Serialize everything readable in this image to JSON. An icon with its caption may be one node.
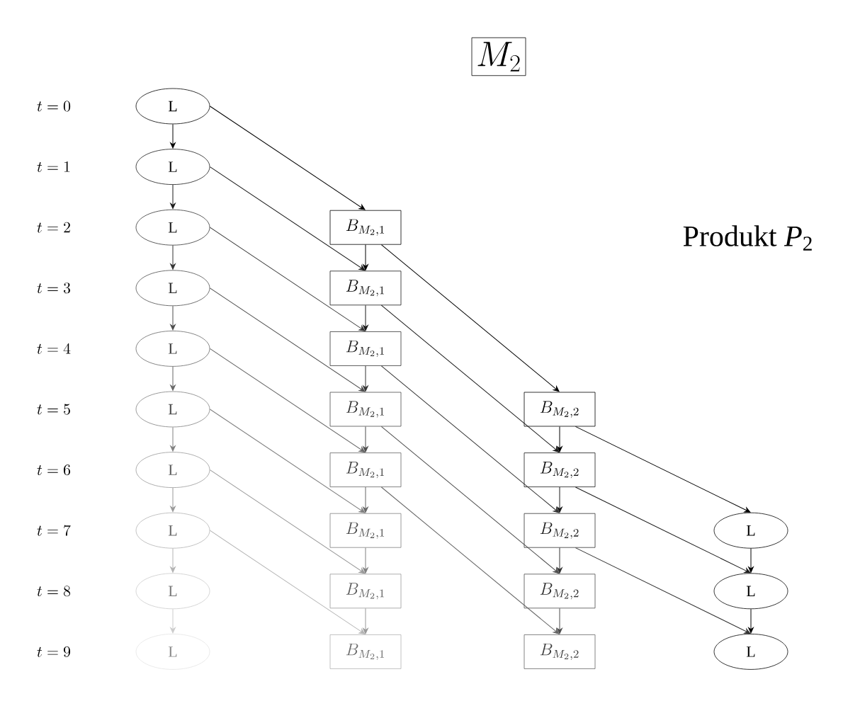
{
  "diagram": {
    "title": "M_2",
    "nodes": [
      {
        "text": [
          "L"
        ]
      },
      {
        "text": [
          "L"
        ]
      },
      {
        "text": [
          "L"
        ]
      },
      {
        "text": [
          "B_{M_2,1}"
        ]
      },
      {
        "text": [
          "L"
        ]
      },
      {
        "text": [
          "B_{M_2,1}"
        ]
      },
      {
        "text": [
          "L"
        ]
      },
      {
        "text": [
          "B_{M_2,1}"
        ]
      },
      {
        "text": [
          "L"
        ]
      },
      {
        "text": [
          "B_{M_2,1}"
        ]
      },
      {
        "text": [
          "B_{M_2,2}"
        ]
      },
      {
        "text": [
          "L"
        ]
      },
      {
        "text": [
          "B_{M_2,1}"
        ]
      },
      {
        "text": [
          "B_{M_2,2}"
        ]
      },
      {
        "text": [
          "L"
        ]
      },
      {
        "text": [
          "B_{M_2,1}"
        ]
      },
      {
        "text": [
          "B_{M_2,2}"
        ]
      },
      {
        "text": [
          "L"
        ]
      },
      {
        "text": [
          "L"
        ]
      },
      {
        "text": [
          "B_{M_2,1}"
        ]
      },
      {
        "text": [
          "B_{M_2,2}"
        ]
      },
      {
        "text": [
          "L"
        ]
      },
      {
        "text": [
          "L"
        ]
      },
      {
        "text": [
          "B_{M_2,1}"
        ]
      },
      {
        "text": [
          "B_{M_2,2}"
        ]
      },
      {
        "text": [
          "L"
        ]
      }
    ],
    "edges": [
      {
        "from": 0,
        "to": 1,
        "arrow": "to"
      },
      {
        "from": 1,
        "to": 2,
        "arrow": "to",
        "color": "#1a1a1a"
      },
      {
        "from": 2,
        "to": 4,
        "arrow": "to",
        "color": "#333333"
      },
      {
        "from": 4,
        "to": 6,
        "arrow": "to",
        "color": "#4d4d4d"
      },
      {
        "from": 6,
        "to": 8,
        "arrow": "to",
        "color": "#666666"
      },
      {
        "from": 8,
        "to": 11,
        "arrow": "to",
        "color": "#808080"
      },
      {
        "from": 11,
        "to": 14,
        "arrow": "to",
        "color": "#999999"
      },
      {
        "from": 14,
        "to": 18,
        "arrow": "to",
        "color": "#b3b3b3"
      },
      {
        "from": 18,
        "to": 22,
        "arrow": "to",
        "color": "#cccccc"
      },
      {
        "from": 0,
        "to": 3,
        "arrow": "to"
      },
      {
        "from": 1,
        "to": 5,
        "arrow": "to",
        "color": "#1a1a1a"
      },
      {
        "from": 2,
        "to": 7,
        "arrow": "to",
        "color": "#333333"
      },
      {
        "from": 4,
        "to": 9,
        "arrow": "to",
        "color": "#4d4d4d"
      },
      {
        "from": 6,
        "to": 12,
        "arrow": "to",
        "color": "#666666"
      },
      {
        "from": 8,
        "to": 15,
        "arrow": "to",
        "color": "#808080"
      },
      {
        "from": 11,
        "to": 19,
        "arrow": "to",
        "color": "#999999"
      },
      {
        "from": 14,
        "to": 23,
        "arrow": "to",
        "color": "#b3b3b3"
      },
      {
        "from": 3,
        "to": 5,
        "arrow": "to"
      },
      {
        "from": 5,
        "to": 7,
        "arrow": "to",
        "color": "#1a1a1a"
      },
      {
        "from": 7,
        "to": 9,
        "arrow": "to",
        "color": "#333333"
      },
      {
        "from": 9,
        "to": 12,
        "arrow": "to",
        "color": "#4d4d4d"
      },
      {
        "from": 12,
        "to": 15,
        "arrow": "to",
        "color": "#666666"
      },
      {
        "from": 15,
        "to": 19,
        "arrow": "to",
        "color": "#808080"
      },
      {
        "from": 19,
        "to": 23,
        "arrow": "to",
        "color": "#999999"
      },
      {
        "from": 3,
        "to": 10,
        "arrow": "to"
      },
      {
        "from": 5,
        "to": 13,
        "arrow": "to",
        "color": "#1a1a1a"
      },
      {
        "from": 7,
        "to": 16,
        "arrow": "to",
        "color": "#333333"
      },
      {
        "from": 9,
        "to": 20,
        "arrow": "to",
        "color": "#4d4d4d"
      },
      {
        "from": 12,
        "to": 24,
        "arrow": "to",
        "color": "#666666"
      },
      {
        "from": 10,
        "to": 13,
        "arrow": "to"
      },
      {
        "from": 13,
        "to": 16,
        "arrow": "to",
        "color": "#1a1a1a"
      },
      {
        "from": 16,
        "to": 20,
        "arrow": "to",
        "color": "#333333"
      },
      {
        "from": 20,
        "to": 24,
        "arrow": "to",
        "color": "#4d4d4d"
      },
      {
        "from": 10,
        "to": 17,
        "arrow": "to"
      },
      {
        "from": 13,
        "to": 21,
        "arrow": "to",
        "color": "#1a1a1a"
      },
      {
        "from": 16,
        "to": 25,
        "arrow": "to",
        "color": "#333333"
      },
      {
        "from": 17,
        "to": 21,
        "arrow": "to"
      },
      {
        "from": 21,
        "to": 25,
        "arrow": "to"
      }
    ],
    "labels": [
      "t=0",
      "t=1",
      "t=2",
      "t=3",
      "t=4",
      "t=5",
      "t=6",
      "t=7",
      "t=8",
      "t=9",
      "Produkt *P*$_{2}$"
    ]
  }
}
